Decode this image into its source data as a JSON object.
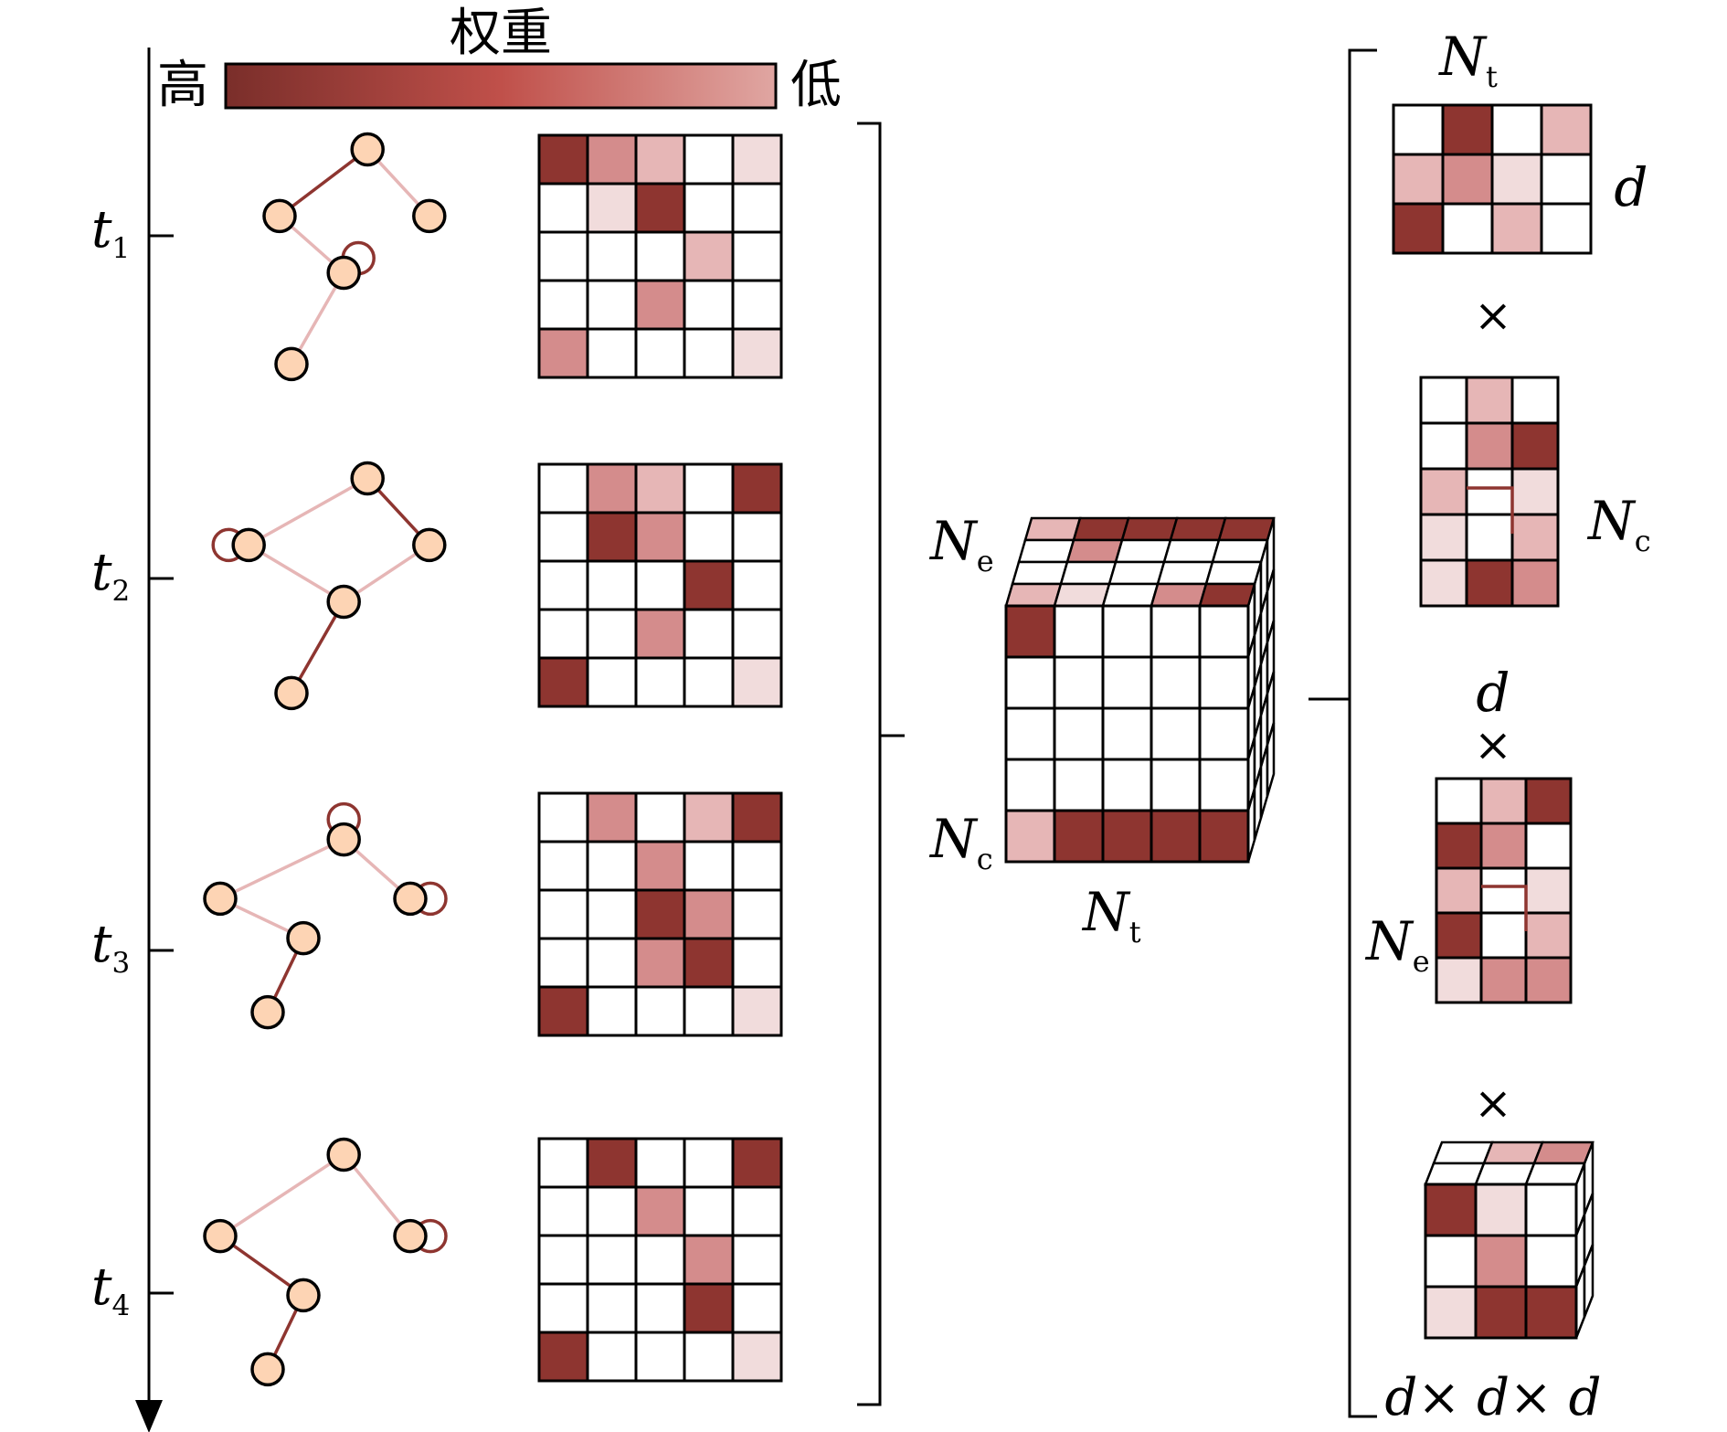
{
  "legend": {
    "title": "权重",
    "high_label": "高",
    "low_label": "低"
  },
  "time_labels": [
    {
      "base": "t",
      "sub": "1"
    },
    {
      "base": "t",
      "sub": "2"
    },
    {
      "base": "t",
      "sub": "3"
    },
    {
      "base": "t",
      "sub": "4"
    }
  ],
  "colors": {
    "weights": [
      "#ffffff",
      "#f1dcdc",
      "#e6b6b6",
      "#d48c8c",
      "#8e3530"
    ],
    "node_fill": "#fdd4b4",
    "stroke": "#000000",
    "colorbar": [
      "#7a2e2a",
      "#c0504a",
      "#e0a6a2"
    ]
  },
  "graphs": [
    {
      "nodes": [
        [
          0.72,
          0.05
        ],
        [
          0.35,
          0.32
        ],
        [
          0.98,
          0.32
        ],
        [
          0.62,
          0.55
        ],
        [
          0.4,
          0.92
        ]
      ],
      "edges": [
        {
          "a": 0,
          "b": 1,
          "w": 4
        },
        {
          "a": 0,
          "b": 2,
          "w": 2
        },
        {
          "a": 1,
          "b": 3,
          "w": 2
        },
        {
          "a": 3,
          "b": 4,
          "w": 2
        }
      ],
      "self_loops": [
        {
          "n": 3,
          "w": 4,
          "dir": "ur"
        }
      ]
    },
    {
      "nodes": [
        [
          0.72,
          0.05
        ],
        [
          0.22,
          0.32
        ],
        [
          0.98,
          0.32
        ],
        [
          0.62,
          0.55
        ],
        [
          0.4,
          0.92
        ]
      ],
      "edges": [
        {
          "a": 0,
          "b": 1,
          "w": 2
        },
        {
          "a": 0,
          "b": 2,
          "w": 4
        },
        {
          "a": 1,
          "b": 3,
          "w": 2
        },
        {
          "a": 3,
          "b": 2,
          "w": 2
        },
        {
          "a": 3,
          "b": 4,
          "w": 4
        }
      ],
      "self_loops": [
        {
          "n": 1,
          "w": 4,
          "dir": "l"
        }
      ]
    },
    {
      "nodes": [
        [
          0.62,
          0.18
        ],
        [
          0.1,
          0.42
        ],
        [
          0.9,
          0.42
        ],
        [
          0.45,
          0.58
        ],
        [
          0.3,
          0.88
        ]
      ],
      "edges": [
        {
          "a": 0,
          "b": 1,
          "w": 2
        },
        {
          "a": 0,
          "b": 2,
          "w": 2
        },
        {
          "a": 1,
          "b": 3,
          "w": 2
        },
        {
          "a": 3,
          "b": 4,
          "w": 4
        }
      ],
      "self_loops": [
        {
          "n": 0,
          "w": 4,
          "dir": "u"
        },
        {
          "n": 2,
          "w": 4,
          "dir": "r"
        }
      ]
    },
    {
      "nodes": [
        [
          0.62,
          0.05
        ],
        [
          0.1,
          0.38
        ],
        [
          0.9,
          0.38
        ],
        [
          0.45,
          0.62
        ],
        [
          0.3,
          0.92
        ]
      ],
      "edges": [
        {
          "a": 0,
          "b": 1,
          "w": 2
        },
        {
          "a": 0,
          "b": 2,
          "w": 2
        },
        {
          "a": 1,
          "b": 3,
          "w": 4
        },
        {
          "a": 3,
          "b": 4,
          "w": 4
        }
      ],
      "self_loops": [
        {
          "n": 2,
          "w": 4,
          "dir": "r"
        }
      ]
    }
  ],
  "matrices": [
    [
      [
        4,
        3,
        2,
        0,
        1
      ],
      [
        0,
        1,
        4,
        0,
        0
      ],
      [
        0,
        0,
        0,
        2,
        0
      ],
      [
        0,
        0,
        3,
        0,
        0
      ],
      [
        3,
        0,
        0,
        0,
        1
      ]
    ],
    [
      [
        0,
        3,
        2,
        0,
        4
      ],
      [
        0,
        4,
        3,
        0,
        0
      ],
      [
        0,
        0,
        0,
        4,
        0
      ],
      [
        0,
        0,
        3,
        0,
        0
      ],
      [
        4,
        0,
        0,
        0,
        1
      ]
    ],
    [
      [
        0,
        3,
        0,
        2,
        4
      ],
      [
        0,
        0,
        3,
        0,
        0
      ],
      [
        0,
        0,
        4,
        3,
        0
      ],
      [
        0,
        0,
        3,
        4,
        0
      ],
      [
        4,
        0,
        0,
        0,
        1
      ]
    ],
    [
      [
        0,
        4,
        0,
        0,
        4
      ],
      [
        0,
        0,
        3,
        0,
        0
      ],
      [
        0,
        0,
        0,
        3,
        0
      ],
      [
        0,
        0,
        0,
        4,
        0
      ],
      [
        4,
        0,
        0,
        0,
        1
      ]
    ]
  ],
  "tensor": {
    "front": [
      [
        4,
        0,
        0,
        0,
        0
      ],
      [
        0,
        0,
        0,
        0,
        0
      ],
      [
        0,
        0,
        0,
        0,
        0
      ],
      [
        0,
        0,
        0,
        0,
        0
      ],
      [
        2,
        4,
        4,
        4,
        4
      ]
    ],
    "top": [
      [
        2,
        4,
        4,
        4,
        4
      ],
      [
        0,
        3,
        0,
        0,
        0
      ],
      [
        0,
        0,
        0,
        0,
        0
      ],
      [
        2,
        1,
        0,
        3,
        4
      ]
    ],
    "label_depth": {
      "base": "N",
      "sub": "e"
    },
    "label_rows": {
      "base": "N",
      "sub": "c"
    },
    "label_cols": {
      "base": "N",
      "sub": "t"
    }
  },
  "factors": {
    "time": {
      "grid": [
        [
          0,
          4,
          0,
          2
        ],
        [
          2,
          3,
          1,
          0
        ],
        [
          4,
          0,
          2,
          0
        ]
      ],
      "label_top": {
        "base": "N",
        "sub": "t"
      },
      "label_side": "d"
    },
    "times_1": "×",
    "channel": {
      "grid": [
        [
          0,
          2,
          0
        ],
        [
          0,
          3,
          4
        ],
        [
          2,
          0,
          1
        ],
        [
          1,
          0,
          2
        ],
        [
          1,
          4,
          3
        ]
      ],
      "label_side": {
        "base": "N",
        "sub": "c"
      },
      "label_bottom": "d"
    },
    "times_2": "×",
    "entity": {
      "grid": [
        [
          0,
          2,
          4
        ],
        [
          4,
          3,
          0
        ],
        [
          2,
          0,
          1
        ],
        [
          4,
          0,
          2
        ],
        [
          1,
          3,
          3
        ]
      ],
      "label_side": {
        "base": "N",
        "sub": "e"
      }
    },
    "times_3": "×",
    "core": {
      "front": [
        [
          4,
          1,
          0
        ],
        [
          0,
          3,
          0
        ],
        [
          1,
          4,
          4
        ]
      ],
      "top": [
        [
          0,
          2,
          3
        ],
        [
          0,
          0,
          0
        ]
      ],
      "label_bottom": "d× d× d"
    }
  }
}
